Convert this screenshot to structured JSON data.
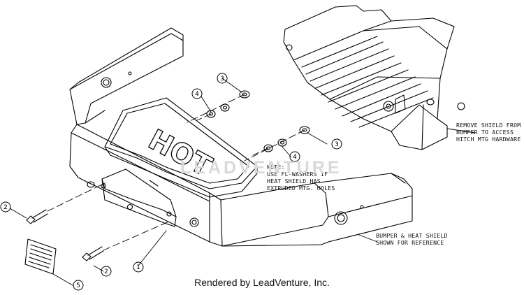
{
  "callouts": {
    "c1": "1",
    "c2a": "2",
    "c2b": "2",
    "c3a": "3",
    "c3b": "3",
    "c4a": "4",
    "c4b": "4",
    "c5": "5"
  },
  "emboss_text": "HOT",
  "notes": {
    "washer_note": "NOTE:\nUSE FL-WASHERS IF\nHEAT SHIELD HAS\nEXTRUDED MTG. HOLES",
    "remove_shield": "REMOVE SHIELD FROM\nBUMPER TO ACCESS\nHITCH MTG HARDWARE",
    "reference": "BUMPER & HEAT SHIELD\nSHOWN FOR REFERENCE"
  },
  "watermark": "LEADVENTURE",
  "footer": "Rendered by LeadVenture, Inc."
}
